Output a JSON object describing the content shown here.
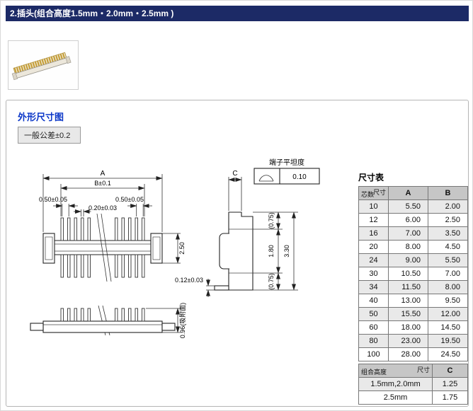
{
  "colors": {
    "header_bg": "#1c2a66",
    "accent_blue": "#0a36c8",
    "table_header_bg": "#c6c6c6",
    "row_stripe": "#e9e9e9"
  },
  "header": {
    "title": "2.插头(组合高度1.5mm・2.0mm・2.5mm )"
  },
  "drawing_section": {
    "title": "外形尺寸图",
    "tolerance": "一般公差±0.2"
  },
  "drawing": {
    "dim_A": "A",
    "dim_B": "B±0.1",
    "dim_pitch_left": "0.50±0.05",
    "dim_pitch_right": "0.50±0.05",
    "dim_pin_width": "0.20±0.03",
    "dim_body_height": "2.50",
    "dim_suction": "0.96(吸附面)",
    "dim_C": "C",
    "dim_top_clearance": "(0.75)",
    "dim_mid_height": "1.80",
    "dim_total_height": "3.30",
    "dim_bottom_clearance": "(0.75)",
    "dim_foot": "0.12±0.03",
    "flatness_label": "端子平坦度",
    "flatness_value": "0.10"
  },
  "size_table": {
    "title": "尺寸表",
    "corner_top": "尺寸",
    "corner_bottom": "芯数",
    "col_a": "A",
    "col_b": "B",
    "rows": [
      {
        "pins": "10",
        "a": "5.50",
        "b": "2.00"
      },
      {
        "pins": "12",
        "a": "6.00",
        "b": "2.50"
      },
      {
        "pins": "16",
        "a": "7.00",
        "b": "3.50"
      },
      {
        "pins": "20",
        "a": "8.00",
        "b": "4.50"
      },
      {
        "pins": "24",
        "a": "9.00",
        "b": "5.50"
      },
      {
        "pins": "30",
        "a": "10.50",
        "b": "7.00"
      },
      {
        "pins": "34",
        "a": "11.50",
        "b": "8.00"
      },
      {
        "pins": "40",
        "a": "13.00",
        "b": "9.50"
      },
      {
        "pins": "50",
        "a": "15.50",
        "b": "12.00"
      },
      {
        "pins": "60",
        "a": "18.00",
        "b": "14.50"
      },
      {
        "pins": "80",
        "a": "23.00",
        "b": "19.50"
      },
      {
        "pins": "100",
        "a": "28.00",
        "b": "24.50"
      }
    ]
  },
  "height_table": {
    "corner_top": "尺寸",
    "corner_bottom": "组合高度",
    "col_c": "C",
    "rows": [
      {
        "height": "1.5mm,2.0mm",
        "c": "1.25"
      },
      {
        "height": "2.5mm",
        "c": "1.75"
      }
    ]
  }
}
